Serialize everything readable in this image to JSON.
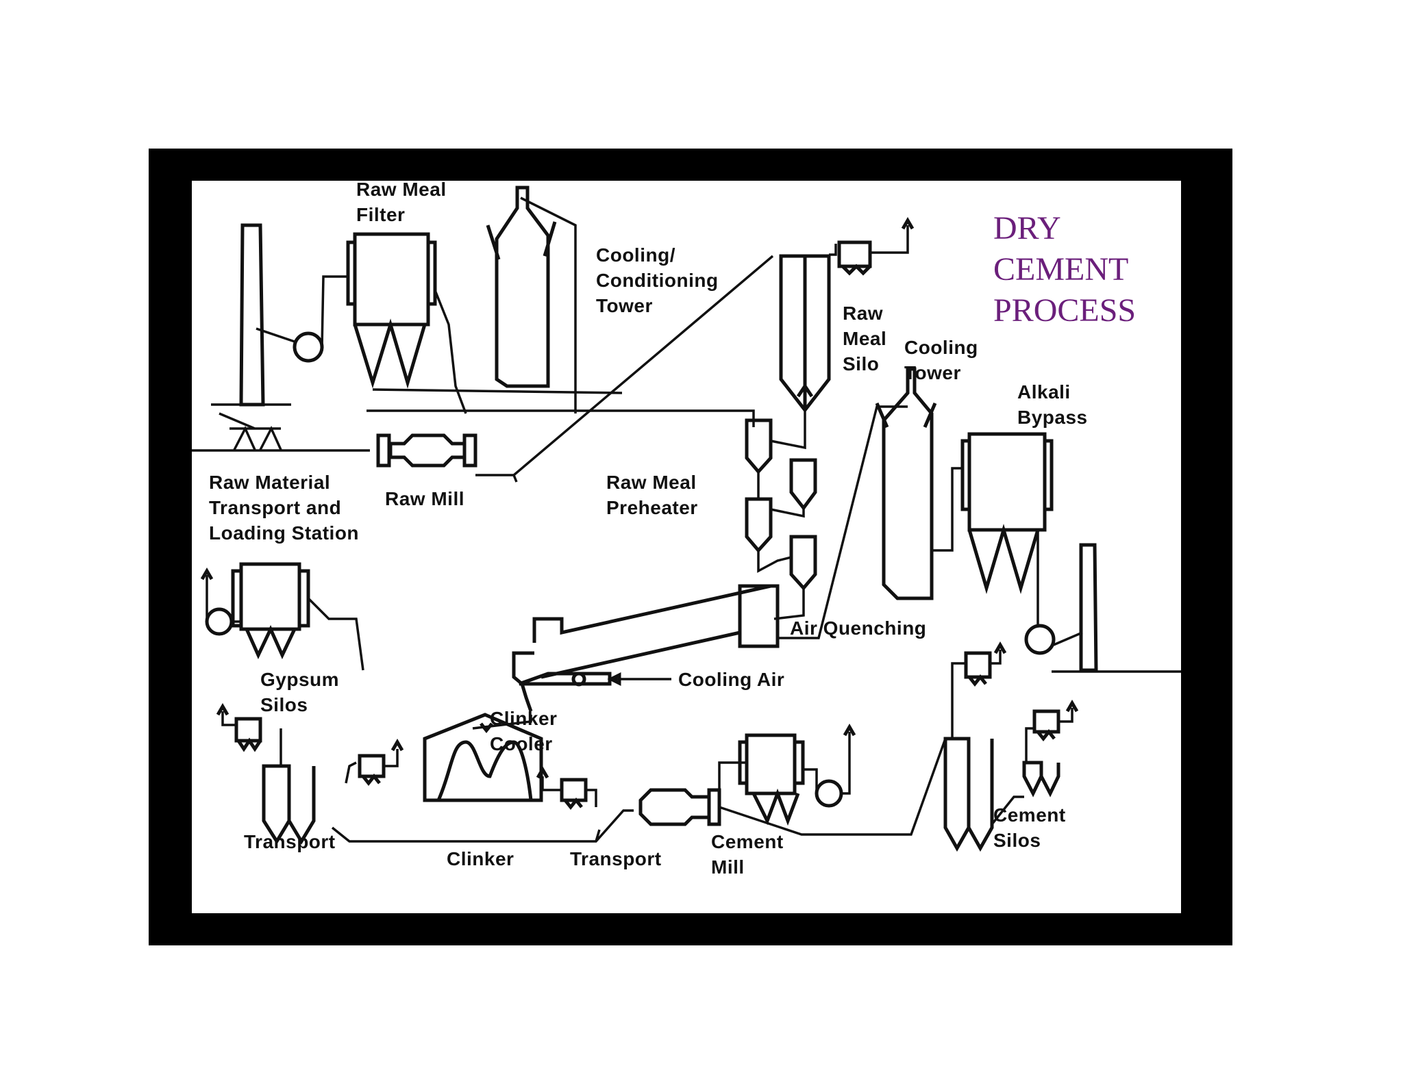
{
  "diagram": {
    "title": "DRY\nCEMENT\nPROCESS",
    "title_color": "#6b1f7b",
    "frame_color": "#000000",
    "labels": {
      "raw_meal_filter": "Raw Meal\nFilter",
      "cooling_conditioning_tower": "Cooling/\nConditioning\nTower",
      "raw_meal_silo": "Raw\nMeal\nSilo",
      "cooling_tower": "Cooling\nTower",
      "alkali_bypass": "Alkali\nBypass",
      "raw_material_transport": "Raw Material\nTransport and\nLoading Station",
      "raw_mill": "Raw Mill",
      "raw_meal_preheater": "Raw Meal\nPreheater",
      "air_quenching": "Air Quenching",
      "cooling_air": "Cooling Air",
      "gypsum_silos": "Gypsum\nSilos",
      "clinker_cooler": "Clinker\nCooler",
      "transport_left": "Transport",
      "clinker": "Clinker",
      "transport_middle": "Transport",
      "cement_mill": "Cement\nMill",
      "cement_silos": "Cement\nSilos"
    }
  }
}
